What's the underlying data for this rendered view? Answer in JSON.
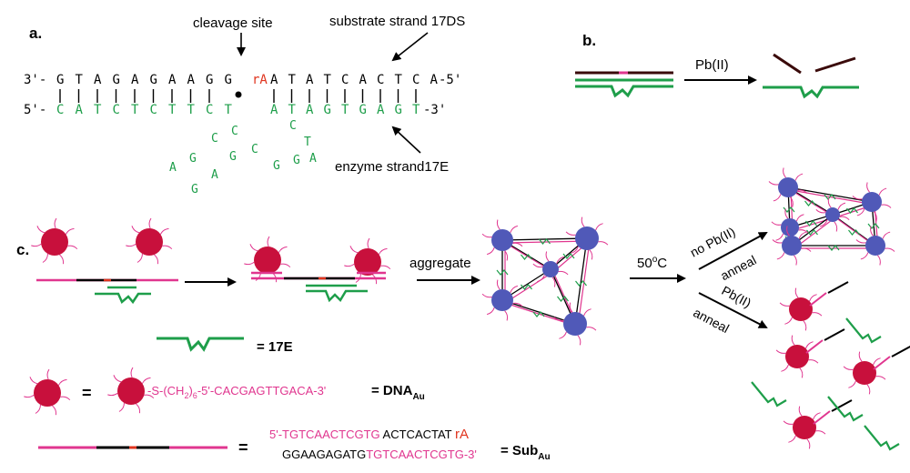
{
  "colors": {
    "black": "#000000",
    "green": "#1e9e4a",
    "magenta": "#e0368f",
    "red": "#e0351f",
    "dark_red_strand": "#3a0a0a",
    "gold_np": "#c8103c",
    "blue_np": "#5059b8"
  },
  "panel_a": {
    "label": "a.",
    "cleavage_label": "cleavage site",
    "substrate_label": "substrate strand 17DS",
    "enzyme_label": "enzyme strand17E",
    "top_prefix": "3'-",
    "top_seq": [
      "G",
      "T",
      "A",
      "G",
      "A",
      "G",
      "A",
      "A",
      "G",
      "G"
    ],
    "rA": "rA",
    "top_seq_right": [
      "A",
      "T",
      "A",
      "T",
      "C",
      "A",
      "C",
      "T",
      "C",
      "A"
    ],
    "top_suffix": "-5'",
    "bottom_prefix": "5'-",
    "bottom_seq": [
      "C",
      "A",
      "T",
      "C",
      "T",
      "C",
      "T",
      "T",
      "C",
      "T"
    ],
    "bottom_seq_right": [
      "A",
      "T",
      "A",
      "G",
      "T",
      "G",
      "A",
      "G",
      "T"
    ],
    "bottom_suffix": "-3'",
    "loop_seq": [
      "A",
      "G",
      "C",
      "C",
      "C",
      "G",
      "G",
      "A",
      "T",
      "C",
      "G",
      "A",
      "G"
    ]
  },
  "panel_b": {
    "label": "b.",
    "reagent": "Pb(II)"
  },
  "panel_c": {
    "label": "c.",
    "aggregate": "aggregate",
    "temp": "50",
    "temp_sup": "o",
    "temp_unit": "C",
    "no_pb_top": "no Pb(II)",
    "no_pb_bottom": "anneal",
    "pb_top": "Pb(II)",
    "pb_bottom": "anneal"
  },
  "legend": {
    "e17_eq": "= 17E",
    "eq": "=",
    "dna_prefix": "-S-(CH",
    "dna_sub2": "2",
    "dna_mid": ")",
    "dna_sub6": "6",
    "dna_seq": "-5'-CACGAGTTGACA-3'",
    "dna_eq": "= DNA",
    "dna_sub": "Au",
    "sub_line1_magenta": "5'-TGTCAACTCGTG",
    "sub_line1_black": " ACTCACTAT ",
    "sub_line1_red": "rA",
    "sub_line2_black": "GGAAGAGATG",
    "sub_line2_magenta": "TGTCAACTCGTG-3'",
    "sub_eq": "= Sub",
    "sub_sub": "Au"
  }
}
